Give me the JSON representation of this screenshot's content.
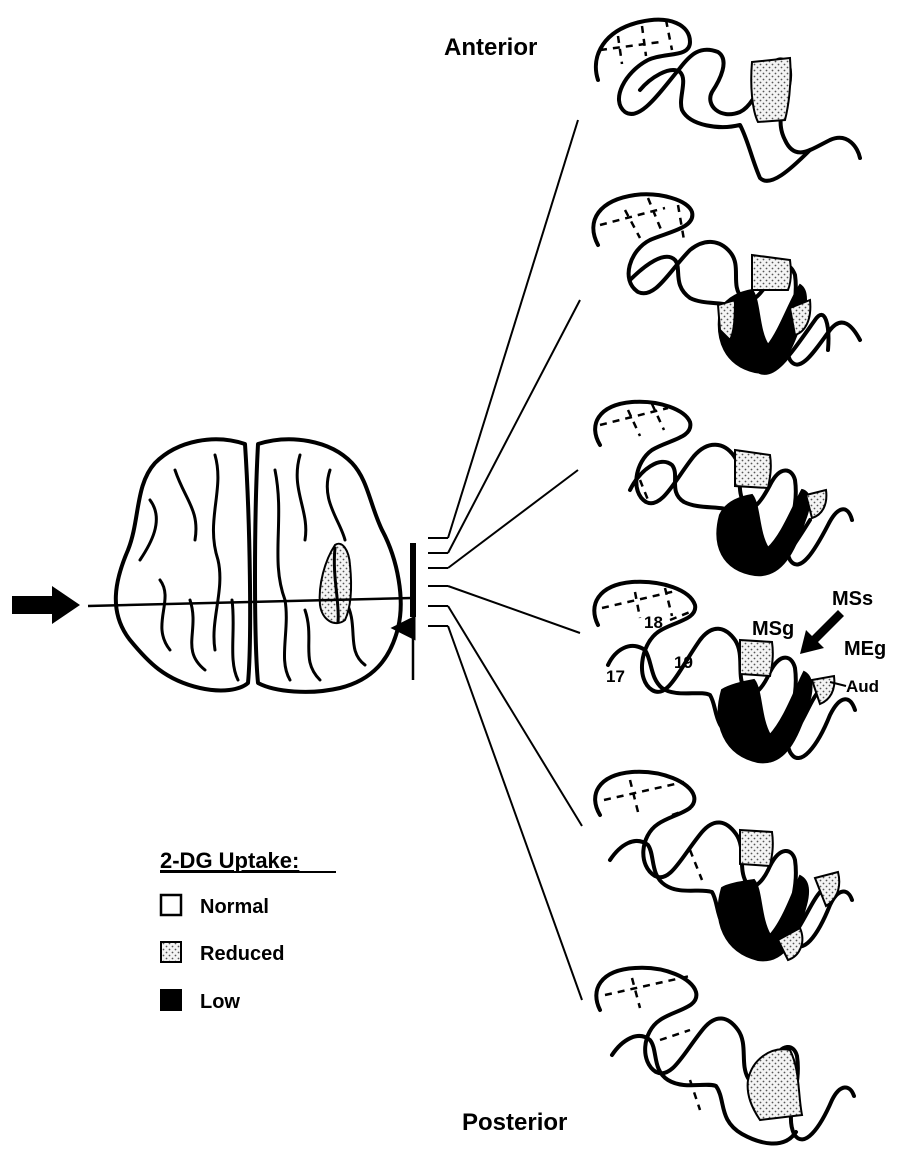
{
  "labels": {
    "anterior": "Anterior",
    "posterior": "Posterior",
    "area_18": "18",
    "area_19": "19",
    "area_17": "17",
    "msg": "MSg",
    "mss": "MSs",
    "meg": "MEg",
    "aud": "Aud"
  },
  "legend": {
    "title": "2-DG Uptake:",
    "items": [
      {
        "label": "Normal",
        "fill": "#ffffff"
      },
      {
        "label": "Reduced",
        "fill": "stipple"
      },
      {
        "label": "Low",
        "fill": "#000000"
      }
    ]
  }
}
